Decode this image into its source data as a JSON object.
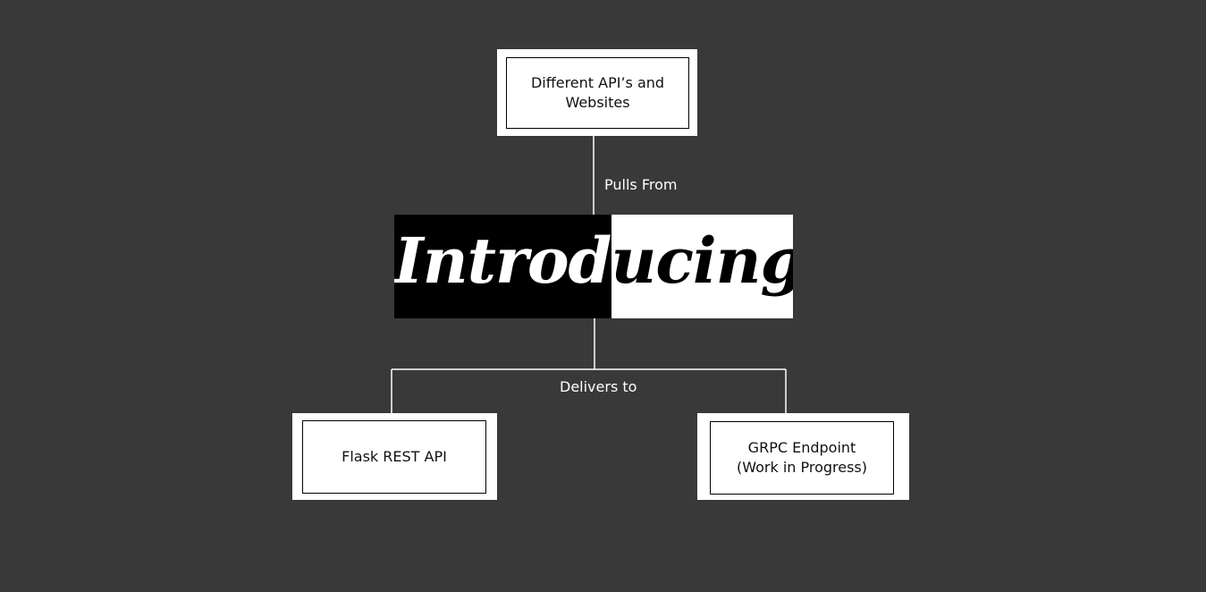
{
  "diagram": {
    "source": {
      "label": "Different API’s and\nWebsites"
    },
    "edge_pull": {
      "label": "Pulls From"
    },
    "center": {
      "label": "Introducing"
    },
    "edge_deliver": {
      "label": "Delivers to"
    },
    "target_left": {
      "label": "Flask REST API"
    },
    "target_right": {
      "label": "GRPC Endpoint\n(Work in Progress)"
    }
  },
  "colors": {
    "background": "#393939",
    "node_fill": "#ffffff",
    "node_border": "#000000",
    "connector": "#ffffff",
    "banner_dark": "#000000",
    "banner_light": "#ffffff"
  }
}
